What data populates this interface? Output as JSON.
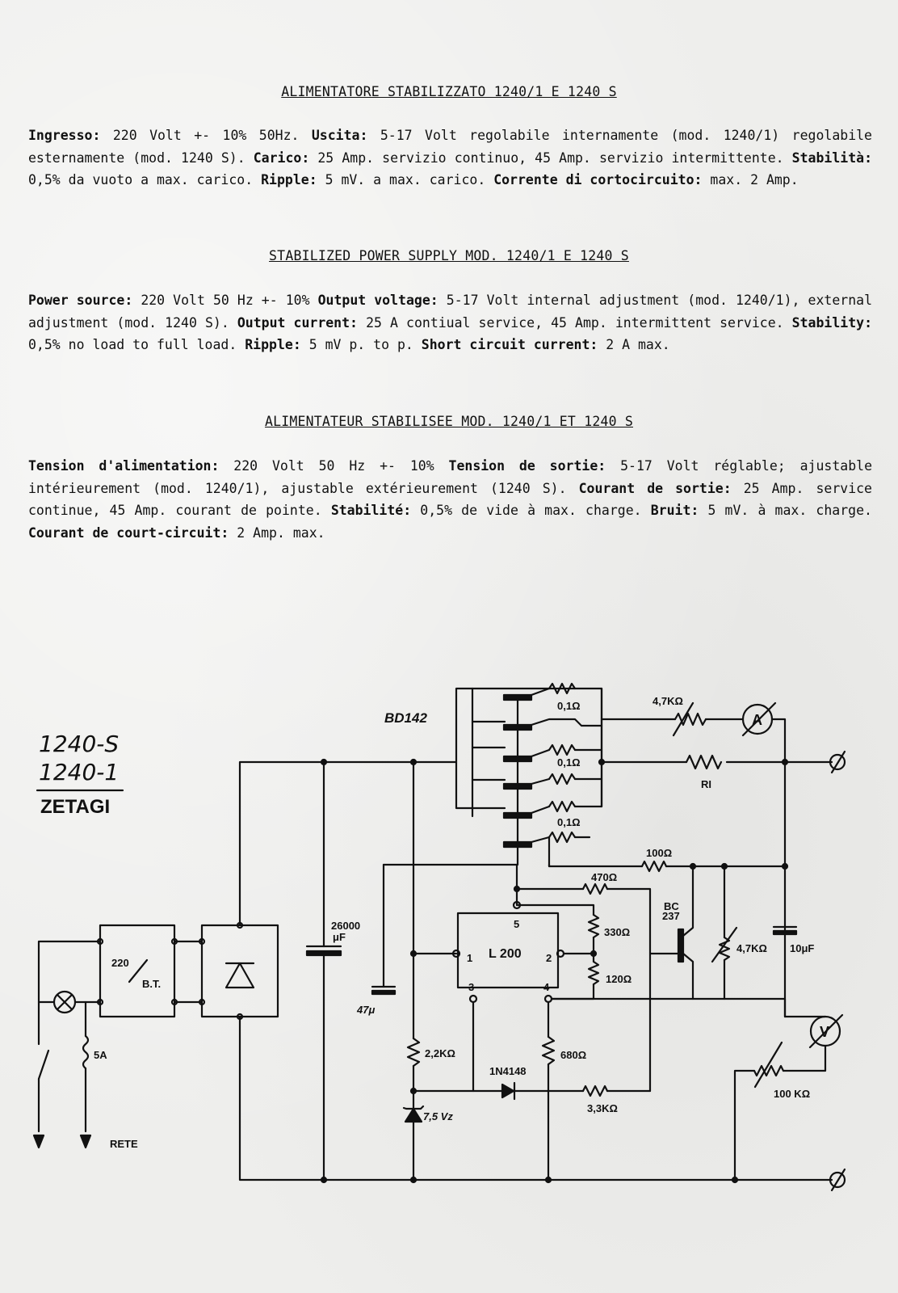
{
  "italian": {
    "title": "ALIMENTATORE STABILIZZATO 1240/1 E 1240 S",
    "segments": [
      {
        "k": "Ingresso:",
        "v": " 220 Volt +- 10% 50Hz.  "
      },
      {
        "k": "Uscita:",
        "v": " 5-17 Volt regolabile internamente (mod. 1240/1) regolabile esternamente (mod. 1240 S).  "
      },
      {
        "k": "Carico:",
        "v": " 25 Amp. servizio continuo, 45 Amp. servizio intermittente.  "
      },
      {
        "k": "Stabilità:",
        "v": " 0,5% da vuoto a max. carico.  "
      },
      {
        "k": "Ripple:",
        "v": " 5 mV. a max. carico.  "
      },
      {
        "k": "Corrente di cortocircuito:",
        "v": " max. 2 Amp."
      }
    ]
  },
  "english": {
    "title": "STABILIZED POWER SUPPLY MOD. 1240/1 E 1240 S",
    "segments": [
      {
        "k": "Power source:",
        "v": " 220 Volt 50 Hz +- 10%  "
      },
      {
        "k": "Output voltage:",
        "v": " 5-17 Volt internal adjustment (mod. 1240/1), external adjustment (mod. 1240 S).  "
      },
      {
        "k": "Output current:",
        "v": " 25 A contiual service, 45 Amp. intermittent service.  "
      },
      {
        "k": "Stability:",
        "v": " 0,5% no load to full load.  "
      },
      {
        "k": "Ripple:",
        "v": " 5 mV p. to p.  "
      },
      {
        "k": "Short circuit current:",
        "v": " 2 A max."
      }
    ]
  },
  "french": {
    "title": "ALIMENTATEUR STABILISEE MOD. 1240/1 ET 1240 S",
    "segments": [
      {
        "k": "Tension d'alimentation:",
        "v": " 220 Volt 50 Hz +- 10%  "
      },
      {
        "k": "Tension de sortie:",
        "v": " 5-17 Volt réglable; ajustable intérieurement (mod. 1240/1), ajustable extérieurement (1240 S).  "
      },
      {
        "k": "Courant de sortie:",
        "v": " 25 Amp. service continue, 45 Amp. courant de pointe.  "
      },
      {
        "k": "Stabilité:",
        "v": " 0,5% de vide à max. charge.  "
      },
      {
        "k": "Bruit:",
        "v": " 5 mV. à max. charge.  "
      },
      {
        "k": "Courant de court-circuit:",
        "v": " 2 Amp. max."
      }
    ]
  },
  "schematic": {
    "model_line1": "1240-S",
    "model_line2": "1240-1",
    "brand": "ZETAGI",
    "transistor": "BD142",
    "r_emitter_1": "0,1Ω",
    "r_emitter_2": "0,1Ω",
    "r_emitter_3": "0,1Ω",
    "r_meter": "4,7KΩ",
    "ammeter": "A",
    "r_shunt": "RI",
    "r_100": "100Ω",
    "r_470": "470Ω",
    "r_330": "330Ω",
    "r_120": "120Ω",
    "transistor_bc_1": "BC",
    "transistor_bc_2": "237",
    "pot_47k": "4,7KΩ",
    "cap_10": "10μF",
    "voltmeter": "V",
    "pot_100k": "100 KΩ",
    "r_680": "680Ω",
    "r_33k": "3,3KΩ",
    "diode": "1N4148",
    "r_22k": "2,2KΩ",
    "zener": "7,5 Vz",
    "cap_47": "47μ",
    "cap_main_1": "26000",
    "cap_main_2": "μF",
    "transformer_1": "220",
    "transformer_2": "B.T.",
    "fuse": "5A",
    "mains": "RETE",
    "ic": "L 200",
    "pin_1": "1",
    "pin_2": "2",
    "pin_3": "3",
    "pin_4": "4",
    "pin_5": "5"
  }
}
